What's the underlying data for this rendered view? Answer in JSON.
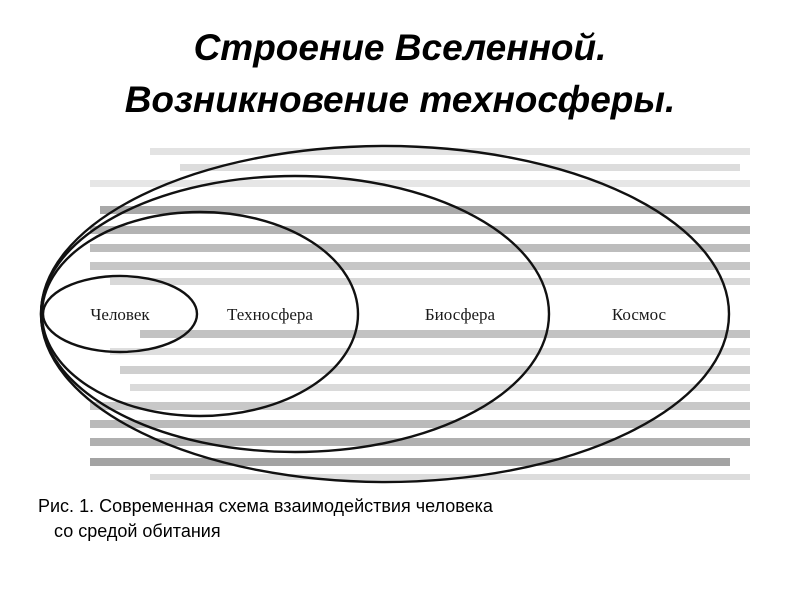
{
  "title": {
    "line1": "Строение Вселенной.",
    "line2": "Возникновение техносферы."
  },
  "diagram": {
    "spheres": [
      {
        "id": "chelovek",
        "label": "Человек"
      },
      {
        "id": "tekhnosfera",
        "label": "Техносфера"
      },
      {
        "id": "biosfera",
        "label": "Биосфера"
      },
      {
        "id": "kosmos",
        "label": "Космос"
      }
    ],
    "nesting": "concentric ellipses anchored on the left, each sphere contains the previous one"
  },
  "caption": {
    "line1": "Рис. 1. Современная схема взаимодействия человека",
    "line2": "со средой обитания"
  },
  "colors": {
    "text": "#000000",
    "ellipse_stroke": "#111111",
    "bleed_through": "#d2d2d2"
  }
}
